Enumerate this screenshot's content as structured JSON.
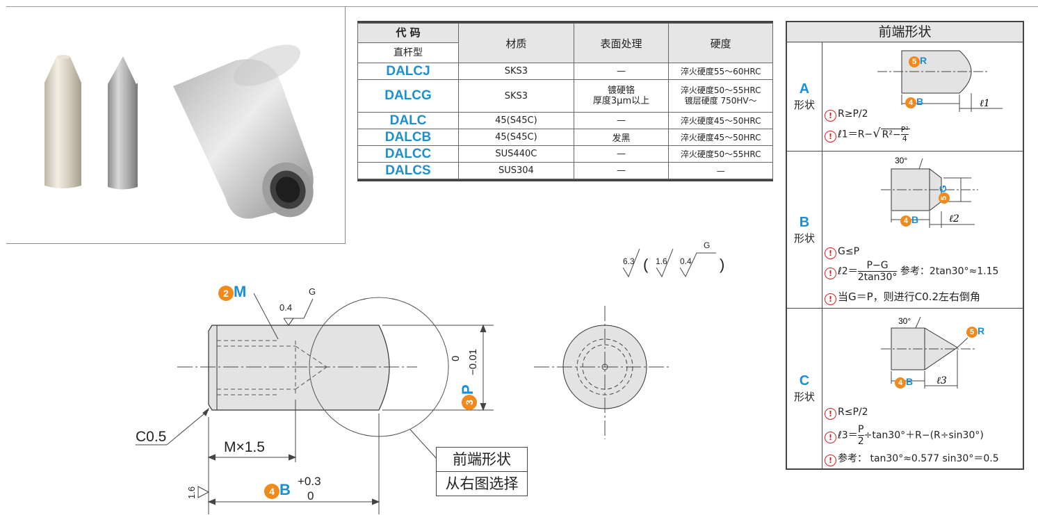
{
  "table": {
    "header": {
      "code_top": "代 码",
      "code_sub": "直杆型",
      "material": "材质",
      "surface": "表面处理",
      "hardness": "硬度"
    },
    "rows": [
      {
        "code": "DALCJ",
        "material": "SKS3",
        "surface": "—",
        "hardness": "淬火硬度55～60HRC"
      },
      {
        "code": "DALCG",
        "material": "SKS3",
        "surface": "镀硬铬",
        "surface2": "厚度3μm以上",
        "hardness": "淬火硬度50～55HRC",
        "hardness2": "镀层硬度 750HV～"
      },
      {
        "code": "DALC",
        "material": "45(S45C)",
        "surface": "—",
        "hardness": "淬火硬度45～50HRC"
      },
      {
        "code": "DALCB",
        "material": "45(S45C)",
        "surface": "发黑",
        "hardness": "淬火硬度45～50HRC"
      },
      {
        "code": "DALCC",
        "material": "SUS440C",
        "surface": "—",
        "hardness": "淬火硬度50～55HRC"
      },
      {
        "code": "DALCS",
        "material": "SUS304",
        "surface": "—",
        "hardness": "—"
      }
    ]
  },
  "drawing": {
    "m_num": "2",
    "m_label": "M",
    "rough_04": "0.4",
    "g_label": "G",
    "c05": "C0.5",
    "m15": "M×1.5",
    "b_num": "4",
    "b_label": "B",
    "b_tol_up": "+0.3",
    "b_tol_lo": "0",
    "p_num": "3",
    "p_label": "P",
    "p_tol_up": "0",
    "p_tol_lo": "−0.01",
    "rough_16": "1.6",
    "surface_symbols": {
      "a": "6.3",
      "b": "1.6",
      "c": "0.4",
      "g": "G"
    },
    "select_line1": "前端形状",
    "select_line2": "从右图选择"
  },
  "shapes": {
    "title": "前端形状",
    "A": {
      "letter": "A",
      "word": "形状",
      "r_num": "5",
      "r": "R",
      "b_num": "4",
      "b": "B",
      "l": "ℓ1",
      "note1": "R≥P/2",
      "note2_prefix": "ℓ1＝R−",
      "note2_root": "R²−",
      "note2_num": "P²",
      "note2_den": "4"
    },
    "B": {
      "letter": "B",
      "word": "形状",
      "angle": "30°",
      "g_num": "5",
      "g": "G",
      "b_num": "4",
      "b": "B",
      "l": "ℓ2",
      "note1": "G≤P",
      "note2_prefix": "ℓ2＝",
      "note2_num": "P−G",
      "note2_den": "2tan30°",
      "note2_ref": "参考：2tan30°≈1.15",
      "note3": "当G＝P，则进行C0.2左右倒角"
    },
    "C": {
      "letter": "C",
      "word": "形状",
      "angle": "30°",
      "r_num": "5",
      "r": "R",
      "b_num": "4",
      "b": "B",
      "l": "ℓ3",
      "note1": "R≤P/2",
      "note2_prefix": "ℓ3＝",
      "note2_num": "P",
      "note2_den": "2",
      "note2_rest": "÷tan30°＋R−(R÷sin30°)",
      "note3": "参考：  tan30°≈0.577  sin30°＝0.5"
    }
  },
  "warn_symbol": "!"
}
